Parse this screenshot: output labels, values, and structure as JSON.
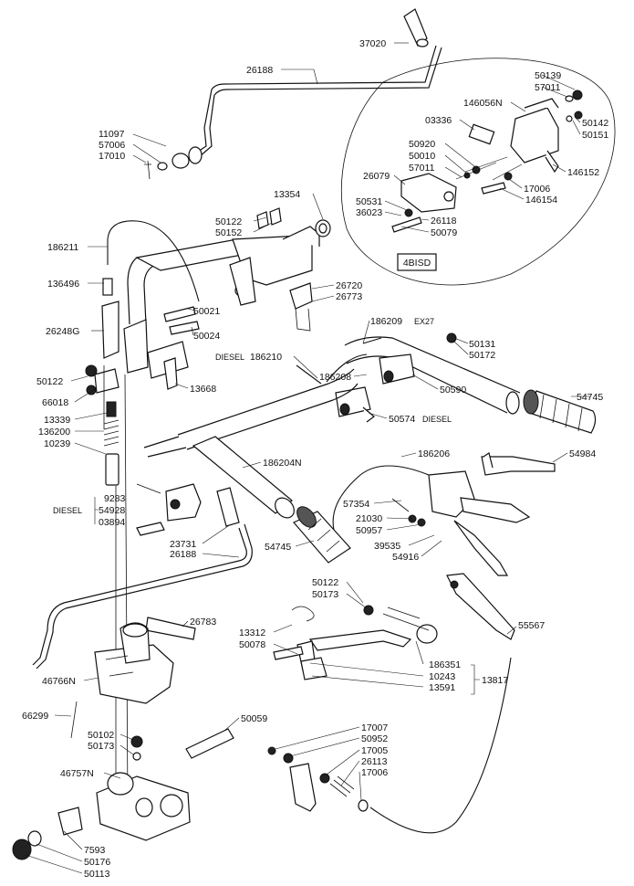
{
  "callouts": {
    "c37020": "37020",
    "c26188_top": "26188",
    "c11097": "11097",
    "c57006": "57006",
    "c17010": "17010",
    "c13354": "13354",
    "c50122_a": "50122",
    "c50152": "50152",
    "c186211": "186211",
    "c136496": "136496",
    "c26248G": "26248G",
    "c50021": "50021",
    "c50024": "50024",
    "c26720": "26720",
    "c26773": "26773",
    "c50122_b": "50122",
    "c66018": "66018",
    "c13668": "13668",
    "c13339": "13339",
    "c136200": "136200",
    "c10239": "10239",
    "c186209": "186209",
    "c186209_ex": "EX27",
    "c50131": "50131",
    "c50172": "50172",
    "c186210_pre": "DIESEL",
    "c186210": "186210",
    "c186208": "186208",
    "c50590": "50590",
    "c54745_a": "54745",
    "c50574": "50574",
    "c50574_suf": "DIESEL",
    "c186204N": "186204N",
    "c186206": "186206",
    "c54984": "54984",
    "c9283": "9283",
    "c54928": "54928",
    "c03894": "03894",
    "c diesel_group": "DIESEL",
    "c57354": "57354",
    "c21030": "21030",
    "c50957": "50957",
    "c39535": "39535",
    "c54916": "54916",
    "c23731": "23731",
    "c26188_mid": "26188",
    "c54745_b": "54745",
    "c50122_c": "50122",
    "c50173_a": "50173",
    "c26783": "26783",
    "c13312": "13312",
    "c50078": "50078",
    "c186351": "186351",
    "c10243": "10243",
    "c13591": "13591",
    "c13817": "13817",
    "c55567": "55567",
    "c46766N": "46766N",
    "c66299": "66299",
    "c50059": "50059",
    "c50102": "50102",
    "c50173_b": "50173",
    "c46757N": "46757N",
    "c7593": "7593",
    "c50176": "50176",
    "c50113": "50113",
    "c17007": "17007",
    "c50952": "50952",
    "c17005": "17005",
    "c26113": "26113",
    "c17006_b": "17006"
  },
  "inset": {
    "box_label": "4BISD",
    "c50139": "50139",
    "c57011_a": "57011",
    "c146056N": "146056N",
    "c03336": "03336",
    "c50142": "50142",
    "c50151": "50151",
    "c50920": "50920",
    "c50010": "50010",
    "c57011_b": "57011",
    "c26079": "26079",
    "c146152": "146152",
    "c17006": "17006",
    "c146154": "146154",
    "c50531": "50531",
    "c36023": "36023",
    "c26118": "26118",
    "c50079": "50079"
  }
}
